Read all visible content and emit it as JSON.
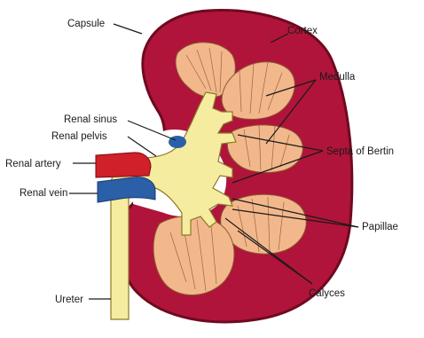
{
  "labels": {
    "capsule": "Capsule",
    "cortex": "Cortex",
    "medulla": "Medulla",
    "renal_sinus": "Renal sinus",
    "renal_pelvis": "Renal pelvis",
    "septa_of_bertin": "Septa of Bertin",
    "renal_artery": "Renal artery",
    "renal_vein": "Renal vein",
    "papillae": "Papillae",
    "ureter": "Ureter",
    "calyces": "Calyces"
  },
  "colors": {
    "cortex": "#b0143a",
    "capsule_outline": "#6e0a20",
    "medulla": "#f2b88c",
    "pelvis": "#f5eca0",
    "artery": "#d0202a",
    "vein": "#2b5fa8",
    "sinus_fat": "#ffffff"
  }
}
